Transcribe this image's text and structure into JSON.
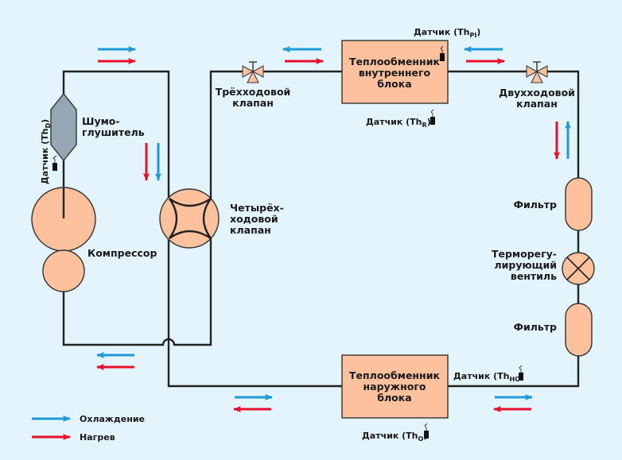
{
  "colors": {
    "background": "#e3f4fd",
    "component_fill": "#fdc19e",
    "silencer_fill": "#96a6b2",
    "pipe": "#222222",
    "cooling": "#1e9ad8",
    "heating": "#e5102b"
  },
  "components": {
    "silencer": [
      "Шумо-",
      "глушитель"
    ],
    "compressor": "Компрессор",
    "four_way_valve": [
      "Четырёх-",
      "ходовой",
      "клапан"
    ],
    "three_way_valve": [
      "Трёхходовой",
      "клапан"
    ],
    "indoor_hx": [
      "Теплообменник",
      "внутреннего",
      "блока"
    ],
    "two_way_valve": [
      "Двухходовой",
      "клапан"
    ],
    "filter_1": "Фильтр",
    "expansion_valve": [
      "Терморегу-",
      "лирующий",
      "вентиль"
    ],
    "filter_2": "Фильтр",
    "outdoor_hx": [
      "Теплообменник",
      "наружного",
      "блока"
    ]
  },
  "sensors": {
    "thd": {
      "label": "Датчик (Th",
      "sub": "D",
      "close": ")"
    },
    "thpi": {
      "label": "Датчик (Th",
      "sub": "PI",
      "close": ")"
    },
    "thr": {
      "label": "Датчик (Th",
      "sub": "R",
      "close": ")"
    },
    "thho": {
      "label": "Датчик (Th",
      "sub": "HO",
      "close": ")"
    },
    "tho": {
      "label": "Датчик (Th",
      "sub": "O",
      "close": ")"
    }
  },
  "legend": {
    "cooling": "Охлаждение",
    "heating": "Нагрев"
  }
}
